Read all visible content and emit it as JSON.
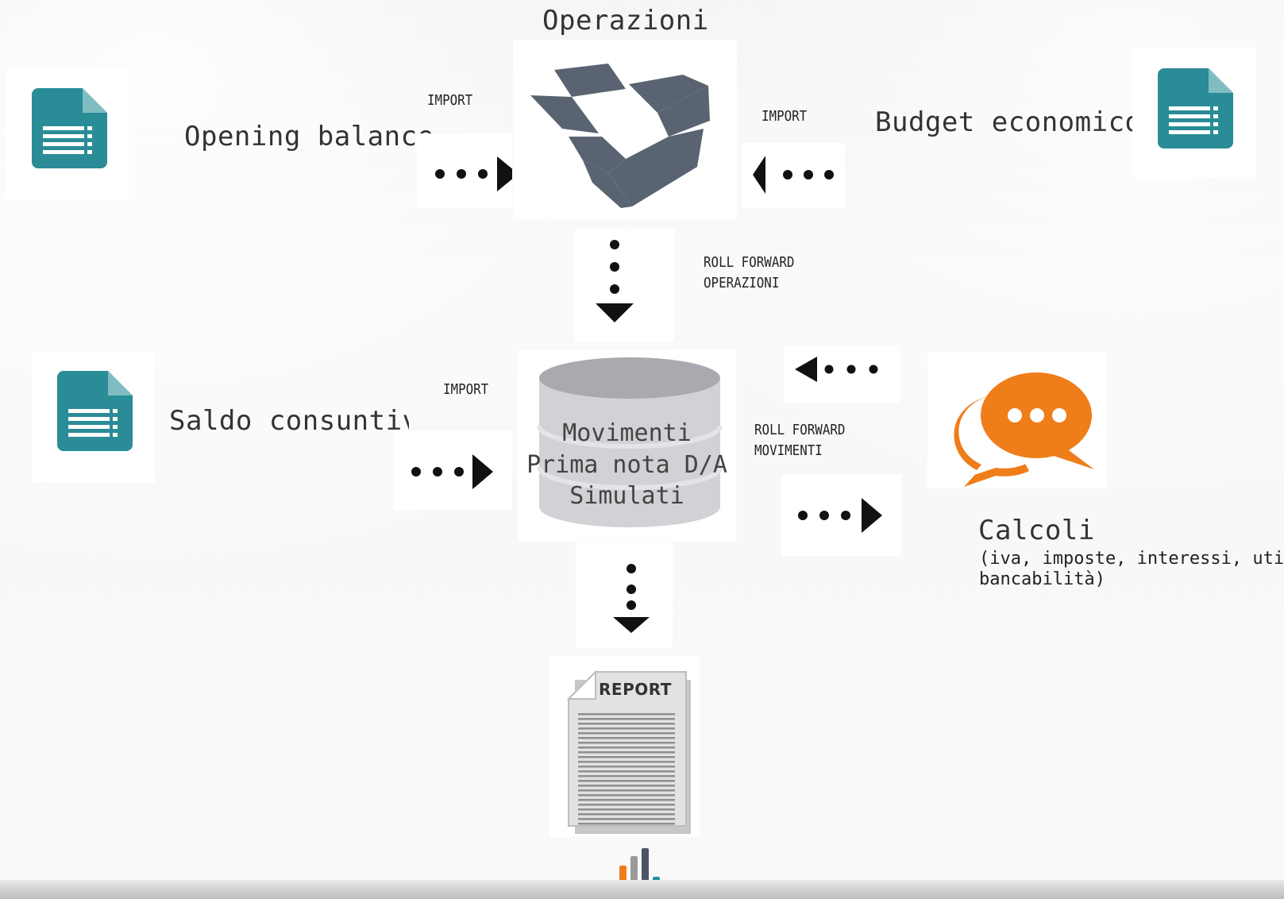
{
  "nodes": {
    "operazioni": {
      "title": "Operazioni"
    },
    "opening_balance": {
      "label": "Opening balance"
    },
    "budget_economico": {
      "label": "Budget economico"
    },
    "saldo_consuntivo": {
      "label": "Saldo consuntivo"
    },
    "movimenti": {
      "line1": "Movimenti",
      "line2": "Prima nota D/A",
      "line3": "Simulati"
    },
    "calcoli": {
      "title": "Calcoli",
      "detail_line1": "(iva, imposte, interessi, utile,",
      "detail_line2": "bancabilità)"
    },
    "report": {
      "label": "REPORT"
    }
  },
  "connectors": {
    "import_opening": "IMPORT",
    "import_budget": "IMPORT",
    "import_saldo": "IMPORT",
    "roll_forward_operazioni_line1": "ROLL FORWARD",
    "roll_forward_operazioni_line2": "OPERAZIONI",
    "roll_forward_movimenti_line1": "ROLL FORWARD",
    "roll_forward_movimenti_line2": "MOVIMENTI"
  },
  "icons": {
    "document": "sheet-document-icon",
    "box": "open-box-icon",
    "database": "database-cylinder-icon",
    "chat": "chat-bubbles-icon",
    "report": "report-document-icon",
    "logo": "bar-logo-icon"
  },
  "colors": {
    "document_teal": "#2a8c96",
    "box_slate": "#5a6371",
    "chat_orange": "#ef7d1a",
    "database_gray": "#c8c8cc",
    "logo_orange": "#ef7d1a",
    "logo_gray": "#9a9a9a",
    "logo_dark": "#4a5566",
    "logo_teal": "#1f8fa0"
  }
}
